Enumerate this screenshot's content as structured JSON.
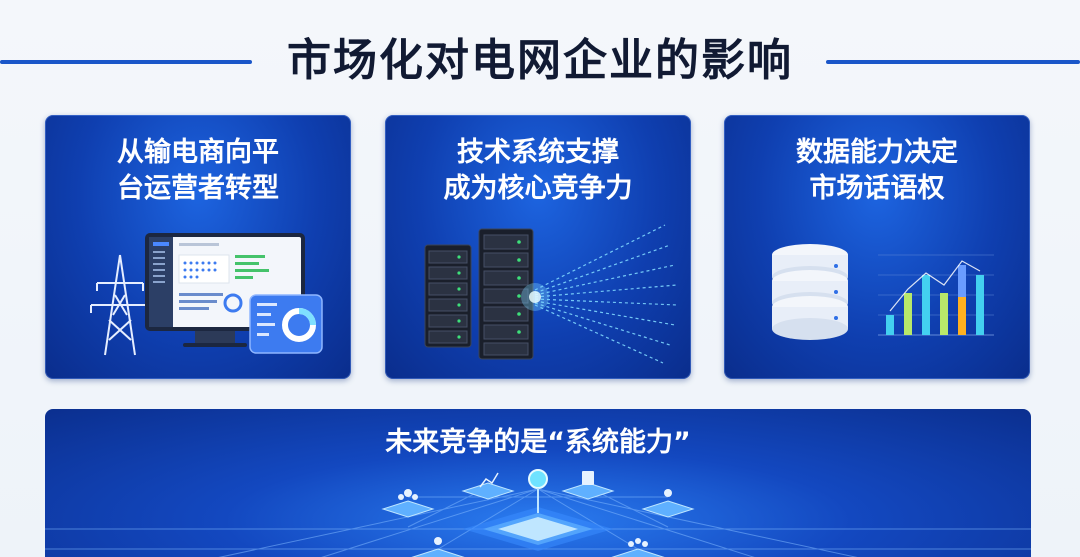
{
  "page": {
    "title": "市场化对电网企业的影响"
  },
  "cards": [
    {
      "title_line1": "从输电商向平",
      "title_line2": "台运营者转型",
      "icon": "power-tower-and-dashboard-illustration"
    },
    {
      "title_line1": "技术系统支撑",
      "title_line2": "成为核心竞争力",
      "icon": "server-racks-data-stream-illustration"
    },
    {
      "title_line1": "数据能力决定",
      "title_line2": "市场话语权",
      "icon": "database-and-bar-chart-illustration"
    }
  ],
  "bottom": {
    "title": "未来竞争的是“系统能力”",
    "icon": "network-hub-illustration"
  },
  "colors": {
    "accent": "#1a56c9",
    "card_blue": "#0f3fb0",
    "title_text": "#111a33"
  }
}
